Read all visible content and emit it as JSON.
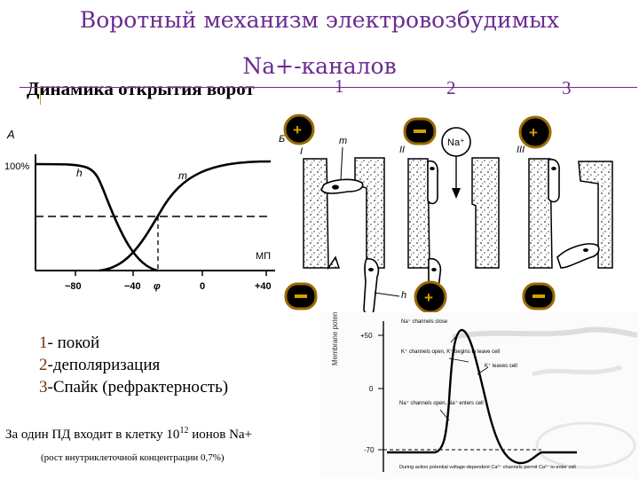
{
  "title_line1": "Воротный механизм электровозбудимых",
  "title_line2": "Na+-каналов",
  "subtitle": "Динамика открытия ворот",
  "stage_numbers": [
    "1",
    "2",
    "3"
  ],
  "graph": {
    "panel_label": "А",
    "percent_label": "100%",
    "curve_labels": [
      "h",
      "m"
    ],
    "axis_unit": "МП",
    "ticks": [
      "−80",
      "−40",
      "φ",
      "0",
      "+40"
    ]
  },
  "channels": {
    "panel_label": "Б",
    "stage_roman": [
      "I",
      "II",
      "III"
    ],
    "gate_labels": [
      "m",
      "h"
    ],
    "ion_label": "Na⁺"
  },
  "list": [
    {
      "num": "1",
      "text": "- покой"
    },
    {
      "num": "2",
      "text": "-деполяризация"
    },
    {
      "num": "3",
      "text": "-Спайк (рефрактерность)"
    }
  ],
  "note_main": "За один ПД входит в клетку 10",
  "note_sup": "12",
  "note_tail": " ионов Na+",
  "note_small": "(рост внутриклеточной концентрации 0,7%)",
  "ap_chart": {
    "ticks": [
      "+50",
      "0",
      "-70"
    ],
    "annotations": [
      "Na⁺ channels close",
      "K⁺ channels open, K⁺ begins to leave cell",
      "K⁺ leaves cell",
      "Na⁺ channels open, Na⁺ enters cell",
      "During action potential voltage-dependent Ca²⁺ channels permit Ca²⁺ to enter cell"
    ]
  },
  "colors": {
    "title": "#6a2c91",
    "numbers": "#7b2d00",
    "ring": "#7a4a00"
  }
}
